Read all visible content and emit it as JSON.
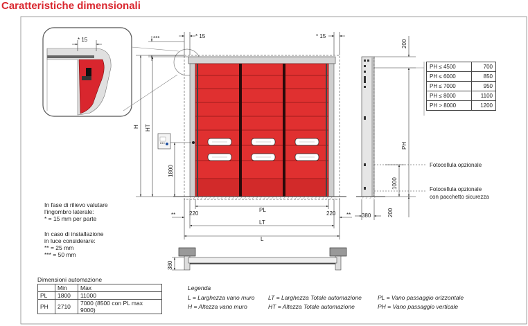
{
  "title": "Caratteristiche dimensionali",
  "dims": {
    "star15_detail": "* 15",
    "star15_left": "* 15",
    "star15_right": "* 15",
    "stars3": "***",
    "stars2_left": "**",
    "stars2_right": "**",
    "H": "H",
    "HT": "HT",
    "h1800": "1800",
    "PL": "PL",
    "LT": "LT",
    "L": "L",
    "d220_left": "220",
    "d220_right": "220",
    "d380": "380",
    "d200_top": "200",
    "d200_bottom": "200",
    "PH": "PH",
    "d1000": "1000",
    "d380_plan": "380"
  },
  "callouts": {
    "fotocellula": "Fotocellula opzionale",
    "fotocellula_pacchetto_1": "Fotocellula opzionale",
    "fotocellula_pacchetto_2": "con pacchetto sicurezza"
  },
  "ph_table": [
    {
      "label": "PH ≤ 4500",
      "value": "700"
    },
    {
      "label": "PH ≤ 6000",
      "value": "850"
    },
    {
      "label": "PH ≤ 7000",
      "value": "950"
    },
    {
      "label": "PH ≤ 8000",
      "value": "1100"
    },
    {
      "label": "PH > 8000",
      "value": "1200"
    }
  ],
  "notes": {
    "rilievo": [
      "In fase di rilievo valutare",
      "l'ingombro laterale:",
      "* = 15 mm per parte"
    ],
    "installazione": [
      "In caso di installazione",
      "in luce considerare:",
      "** = 25 mm",
      "*** = 50 mm"
    ]
  },
  "automation": {
    "title": "Dimensioni automazione",
    "headers": [
      "",
      "Min",
      "Max"
    ],
    "rows": [
      [
        "PL",
        "1800",
        "11000"
      ],
      [
        "PH",
        "2710",
        "7000 (8500 con PL max 9000)"
      ]
    ]
  },
  "legend": {
    "title": "Legenda",
    "items": [
      "L = Larghezza vano muro",
      "LT = Larghezza Totale automazione",
      "PL = Vano passaggio orizzontale",
      "H = Altezza vano muro",
      "HT = Altezza Totale automazione",
      "PH = Vano passaggio verticale"
    ]
  }
}
